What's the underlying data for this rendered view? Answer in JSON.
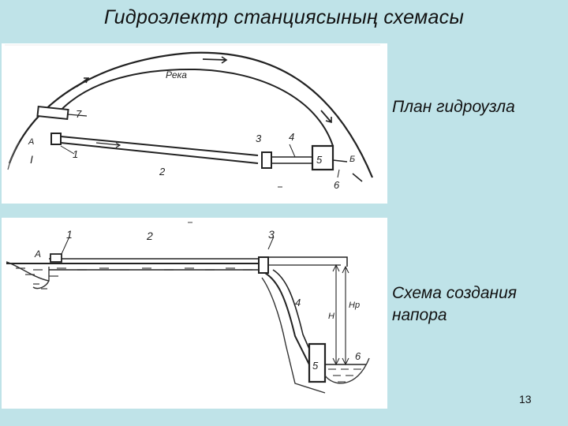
{
  "title": "Гидроэлектр станциясының схемасы",
  "plan": {
    "caption": "План гидроузла",
    "labels": {
      "river": "Река",
      "point_a": "А",
      "n1": "1",
      "n2": "2",
      "n3": "3",
      "n4": "4",
      "n5": "5",
      "n6": "6",
      "n7": "7",
      "point_b": "Б"
    }
  },
  "head": {
    "caption": "Схема создания напора",
    "labels": {
      "point_a": "А",
      "n1": "1",
      "n2": "2",
      "n3": "3",
      "n4": "4",
      "n5": "5",
      "n6": "6",
      "h": "Н",
      "hp": "Нр"
    }
  },
  "page_number": "13"
}
